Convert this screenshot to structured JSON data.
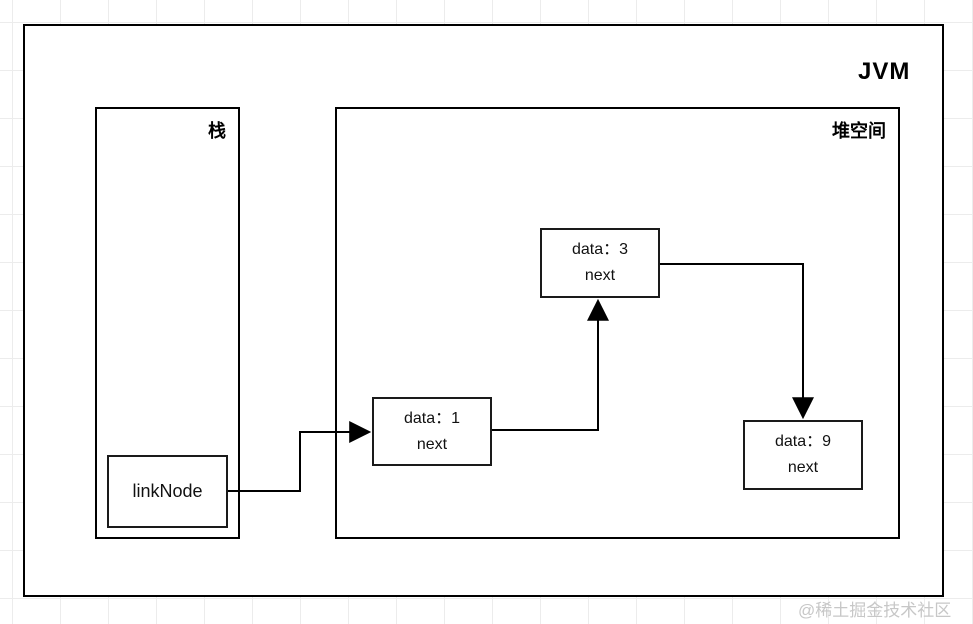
{
  "diagram": {
    "title_label": "JVM",
    "regions": {
      "stack": {
        "label": "栈"
      },
      "heap": {
        "label": "堆空间"
      }
    },
    "stack_node": {
      "label": "linkNode"
    },
    "heap_nodes": [
      {
        "id": "node-1",
        "line1": "data：1",
        "line2": "next"
      },
      {
        "id": "node-3",
        "line1": "data：3",
        "line2": "next"
      },
      {
        "id": "node-9",
        "line1": "data：9",
        "line2": "next"
      }
    ],
    "edges": [
      {
        "from": "linkNode",
        "to": "node-1"
      },
      {
        "from": "node-1",
        "to": "node-3"
      },
      {
        "from": "node-3",
        "to": "node-9"
      }
    ],
    "colors": {
      "line": "#000000",
      "border": "#000000",
      "grid": "#ececec",
      "watermark": "#c7c7c7"
    }
  },
  "watermark": {
    "text": "@稀土掘金技术社区"
  }
}
